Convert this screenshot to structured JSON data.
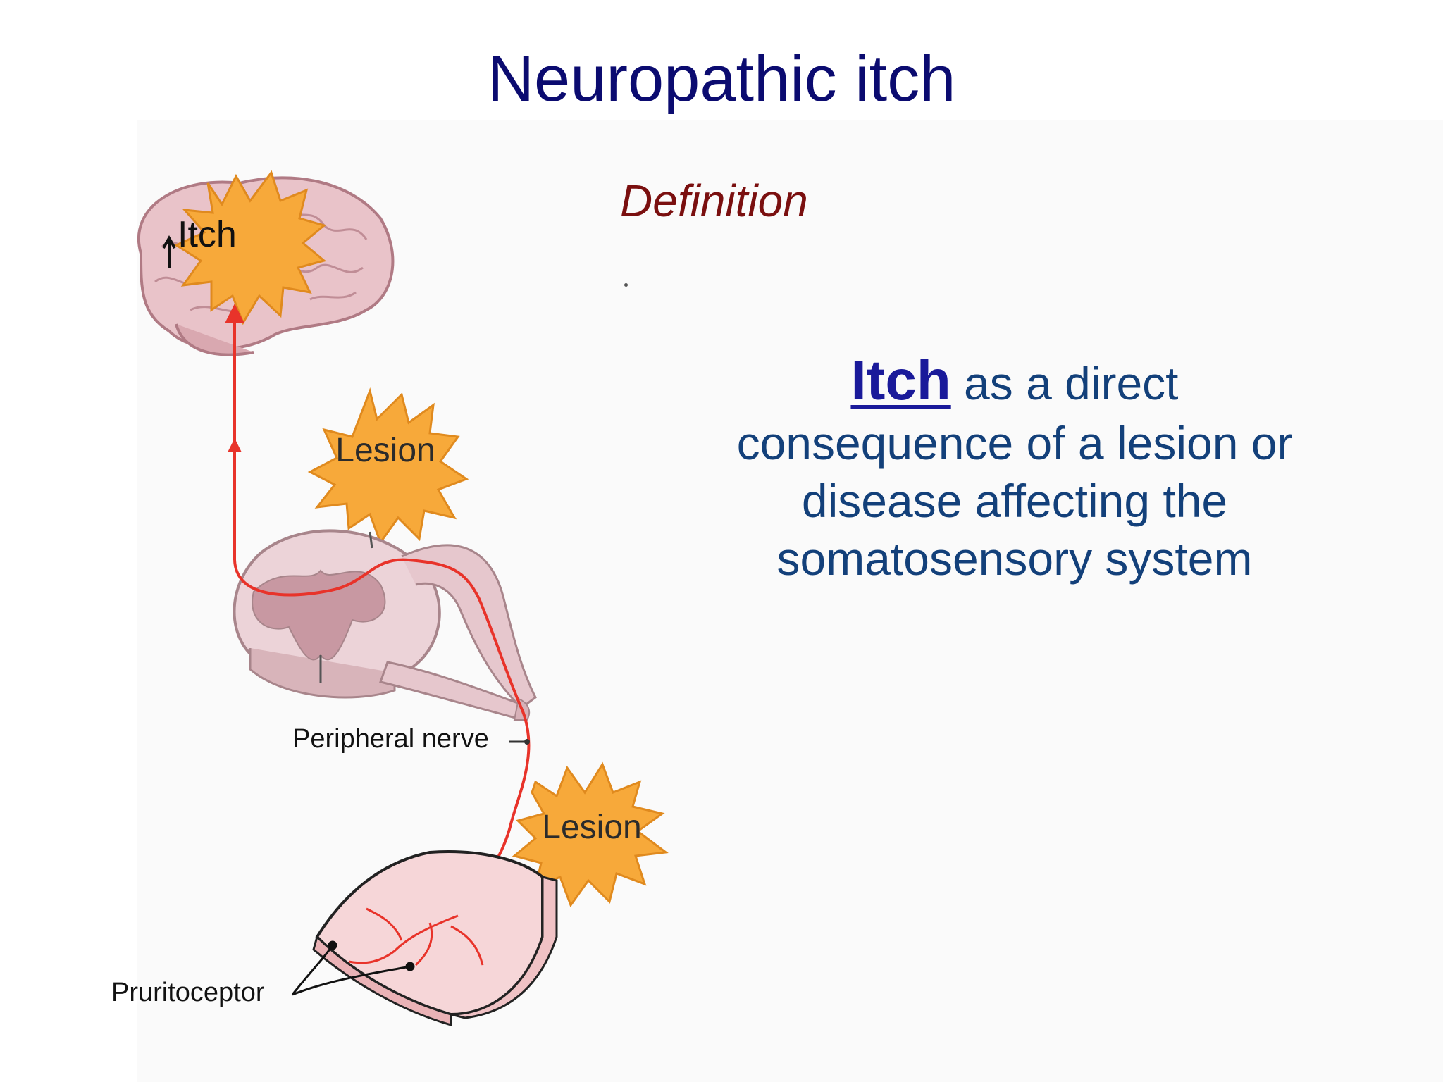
{
  "title": "Neuropathic itch",
  "subtitle": "Definition",
  "definition": {
    "key_term": "Itch",
    "line1_rest": " as a direct",
    "line2": "consequence of a lesion or",
    "line3": "disease affecting the",
    "line4": "somatosensory system"
  },
  "diagram": {
    "brain_burst_label": "Itch",
    "lesion_labels": [
      "Lesion",
      "Lesion"
    ],
    "peripheral_nerve_label": "Peripheral nerve",
    "pruritoceptor_label": "Pruritoceptor"
  },
  "colors": {
    "title": "#0b0b70",
    "subtitle": "#7a0f0f",
    "definition_text": "#13407a",
    "key_term": "#1a1a9a",
    "nerve_pathway": "#e8332a",
    "burst_fill": "#f7a93a",
    "brain_fill": "#e9c3c9",
    "spinal_fill": "#ecd3d8",
    "skin_fill": "#f6d6d8"
  }
}
